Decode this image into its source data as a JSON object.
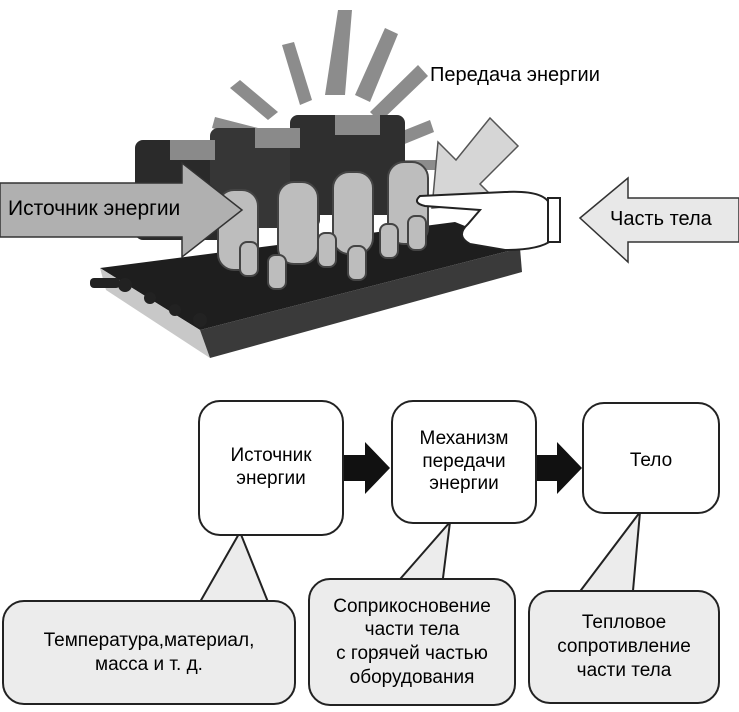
{
  "top_labels": {
    "source": "Источник энергии",
    "transfer": "Передача энергии",
    "body_part": "Часть тела"
  },
  "flow_boxes": [
    {
      "lines": [
        "Источник",
        "энергии"
      ]
    },
    {
      "lines": [
        "Механизм",
        "передачи",
        "энергии"
      ]
    },
    {
      "lines": [
        "Тело"
      ]
    }
  ],
  "callouts": [
    {
      "lines": [
        "Температура,материал,",
        "масса и т. д."
      ]
    },
    {
      "lines": [
        "Соприкосновение",
        "части тела",
        "с горячей частью",
        "оборудования"
      ]
    },
    {
      "lines": [
        "Тепловое",
        "сопротивление",
        "части тела"
      ]
    }
  ]
}
